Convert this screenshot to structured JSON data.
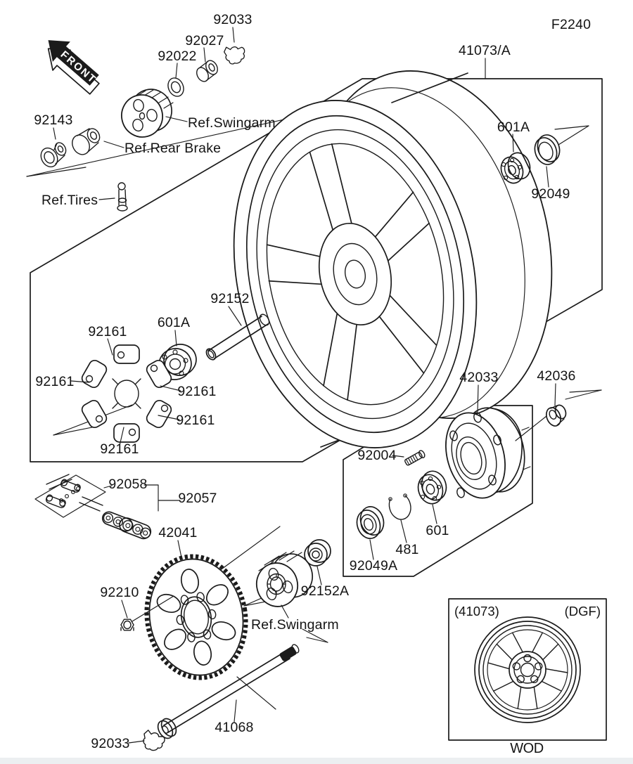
{
  "diagram": {
    "code": "F2240",
    "front_marker": "FRONT",
    "inset": {
      "model": "(41073)",
      "variant": "(DGF)",
      "caption": "WOD"
    }
  },
  "parts": {
    "p41073a": "41073/A",
    "p92033_top": "92033",
    "p92027": "92027",
    "p92022": "92022",
    "ref_swingarm_top": "Ref.Swingarm",
    "ref_rear_brake": "Ref.Rear Brake",
    "ref_tires": "Ref.Tires",
    "p92143": "92143",
    "p601a_right": "601A",
    "p92049": "92049",
    "p92152": "92152",
    "p601a_mid": "601A",
    "p92161_top": "92161",
    "p92161_left": "92161",
    "p92161_right": "92161",
    "p92161_lowright": "92161",
    "p92161_bottom": "92161",
    "p42033": "42033",
    "p42036": "42036",
    "p92004": "92004",
    "p601": "601",
    "p481": "481",
    "p92049a": "92049A",
    "p92152a": "92152A",
    "p92058": "92058",
    "p92057": "92057",
    "p42041": "42041",
    "p92210": "92210",
    "ref_swingarm_bottom": "Ref.Swingarm",
    "p41068": "41068",
    "p92033_bottom": "92033"
  }
}
